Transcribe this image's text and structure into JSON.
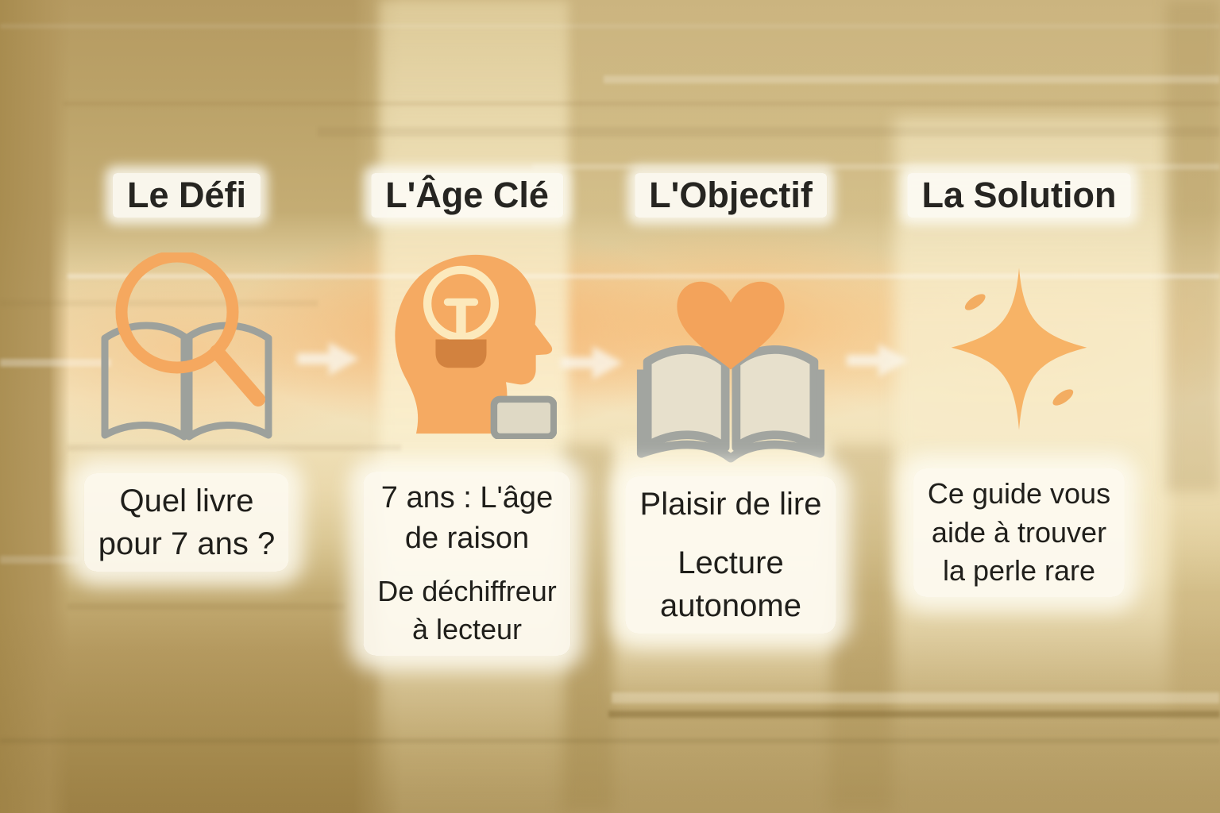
{
  "infographic": {
    "language": "fr",
    "columns": [
      {
        "header": "Le Défi",
        "icon": "book-search-icon",
        "caption": [
          "Quel livre",
          "pour 7 ans ?"
        ]
      },
      {
        "header": "L'Âge Clé",
        "icon": "head-lightbulb-icon",
        "caption": [
          "7 ans : L'âge",
          "de raison"
        ],
        "subcaption": [
          "De déchiffreur",
          "à lecteur"
        ]
      },
      {
        "header": "L'Objectif",
        "icon": "book-heart-icon",
        "caption": [
          "Plaisir de lire"
        ],
        "subcaption": [
          "Lecture",
          "autonome"
        ]
      },
      {
        "header": "La Solution",
        "icon": "sparkle-icon",
        "caption": [
          "Ce guide vous",
          "aide à trouver",
          "la perle rare"
        ]
      }
    ],
    "connectors": 3,
    "colors": {
      "accent_orange": "#f5a85f",
      "bulb_cream": "#fce9bc",
      "bulb_base_orange": "#d2823f",
      "icon_gray": "#9da19c",
      "page_cream": "#e7e0cc",
      "background_gold": "#b99f63",
      "background_light": "#f8edcd",
      "text_dark": "#262521",
      "arrow_white": "#faf7ee"
    }
  }
}
